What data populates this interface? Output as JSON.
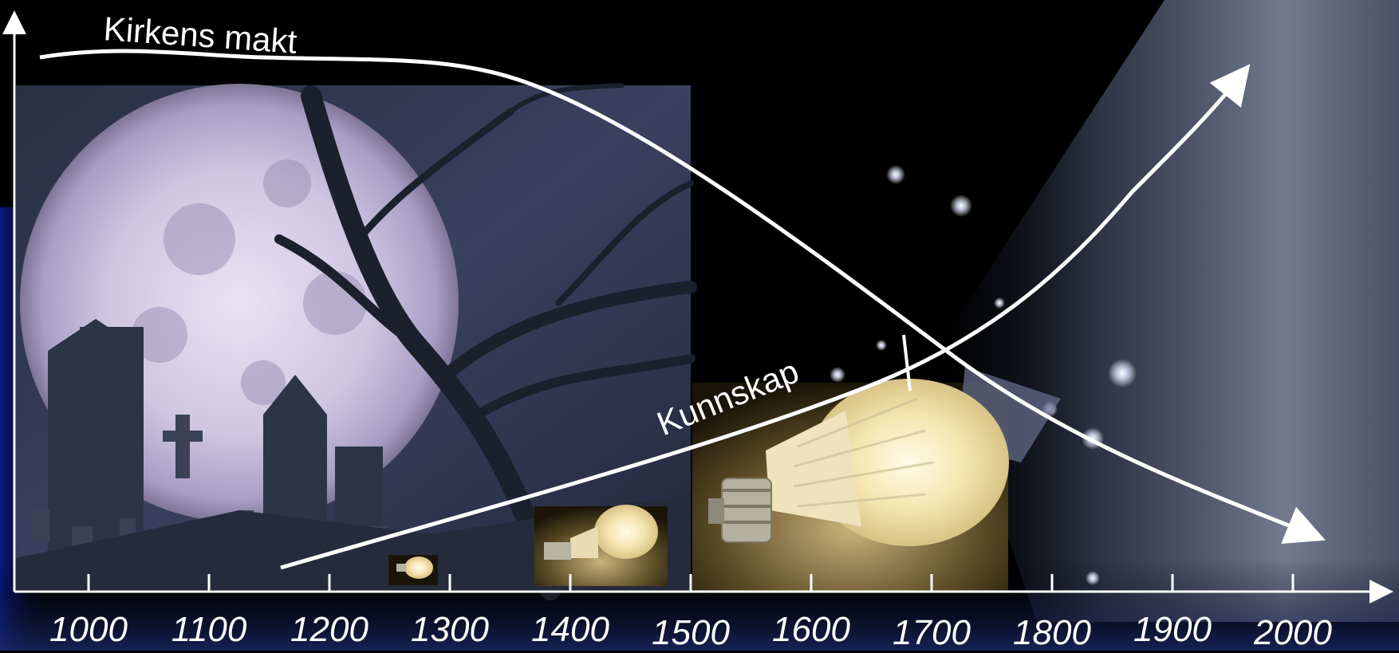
{
  "labels": {
    "church_power": "Kirkens makt",
    "knowledge": "Kunnskap"
  },
  "axis": {
    "years": [
      "1000",
      "1100",
      "1200",
      "1300",
      "1400",
      "1500",
      "1600",
      "1700",
      "1800",
      "1900",
      "2000"
    ]
  },
  "colors": {
    "background": "#000000",
    "left_edge_blue": "#0b1a8a",
    "curve": "#ffffff",
    "glow": "#c8cfe6",
    "bulb_light": "#fff6d6"
  },
  "icons": {
    "graveyard_scene": "full-moon-graveyard-image",
    "bulbs": [
      "light-bulb-small-image",
      "light-bulb-medium-image",
      "light-bulb-large-image"
    ]
  }
}
